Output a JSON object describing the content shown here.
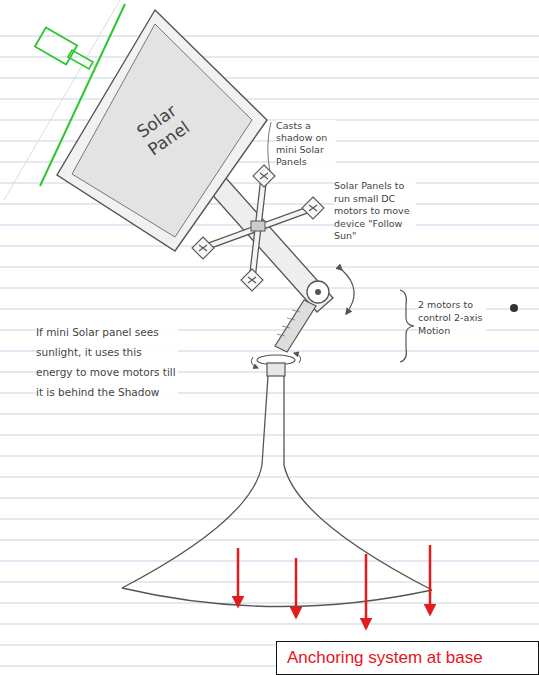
{
  "diagram": {
    "nodes": [
      {
        "text": [
          "Solar Panel"
        ]
      },
      {
        "text": [
          "Anchoring system at base"
        ]
      }
    ],
    "labels": [
      "Casts a shadow on mini Solar Panels",
      "Solar Panels to run small DC motors to move device \"Follow Sun\"",
      "2 motors to control 2-axis Motion",
      "If mini Solar panel sees sunlight, it uses this energy to move motors till it is behind the Shadow"
    ]
  }
}
